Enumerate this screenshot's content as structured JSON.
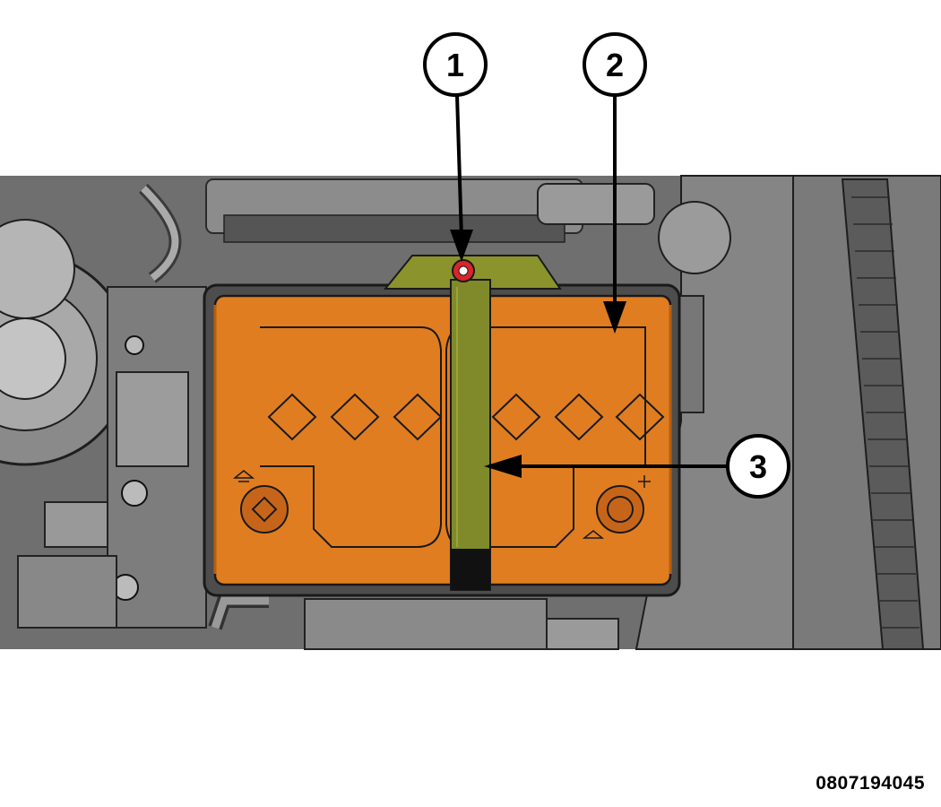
{
  "figure": {
    "figure_id": "0807194045",
    "callouts": [
      {
        "number": "1"
      },
      {
        "number": "2"
      },
      {
        "number": "3"
      }
    ],
    "colors": {
      "battery": "#e07d20",
      "hold_down": "#808a2a",
      "engine_bay": "#6e6e6e",
      "callout_stroke": "#000000"
    }
  }
}
